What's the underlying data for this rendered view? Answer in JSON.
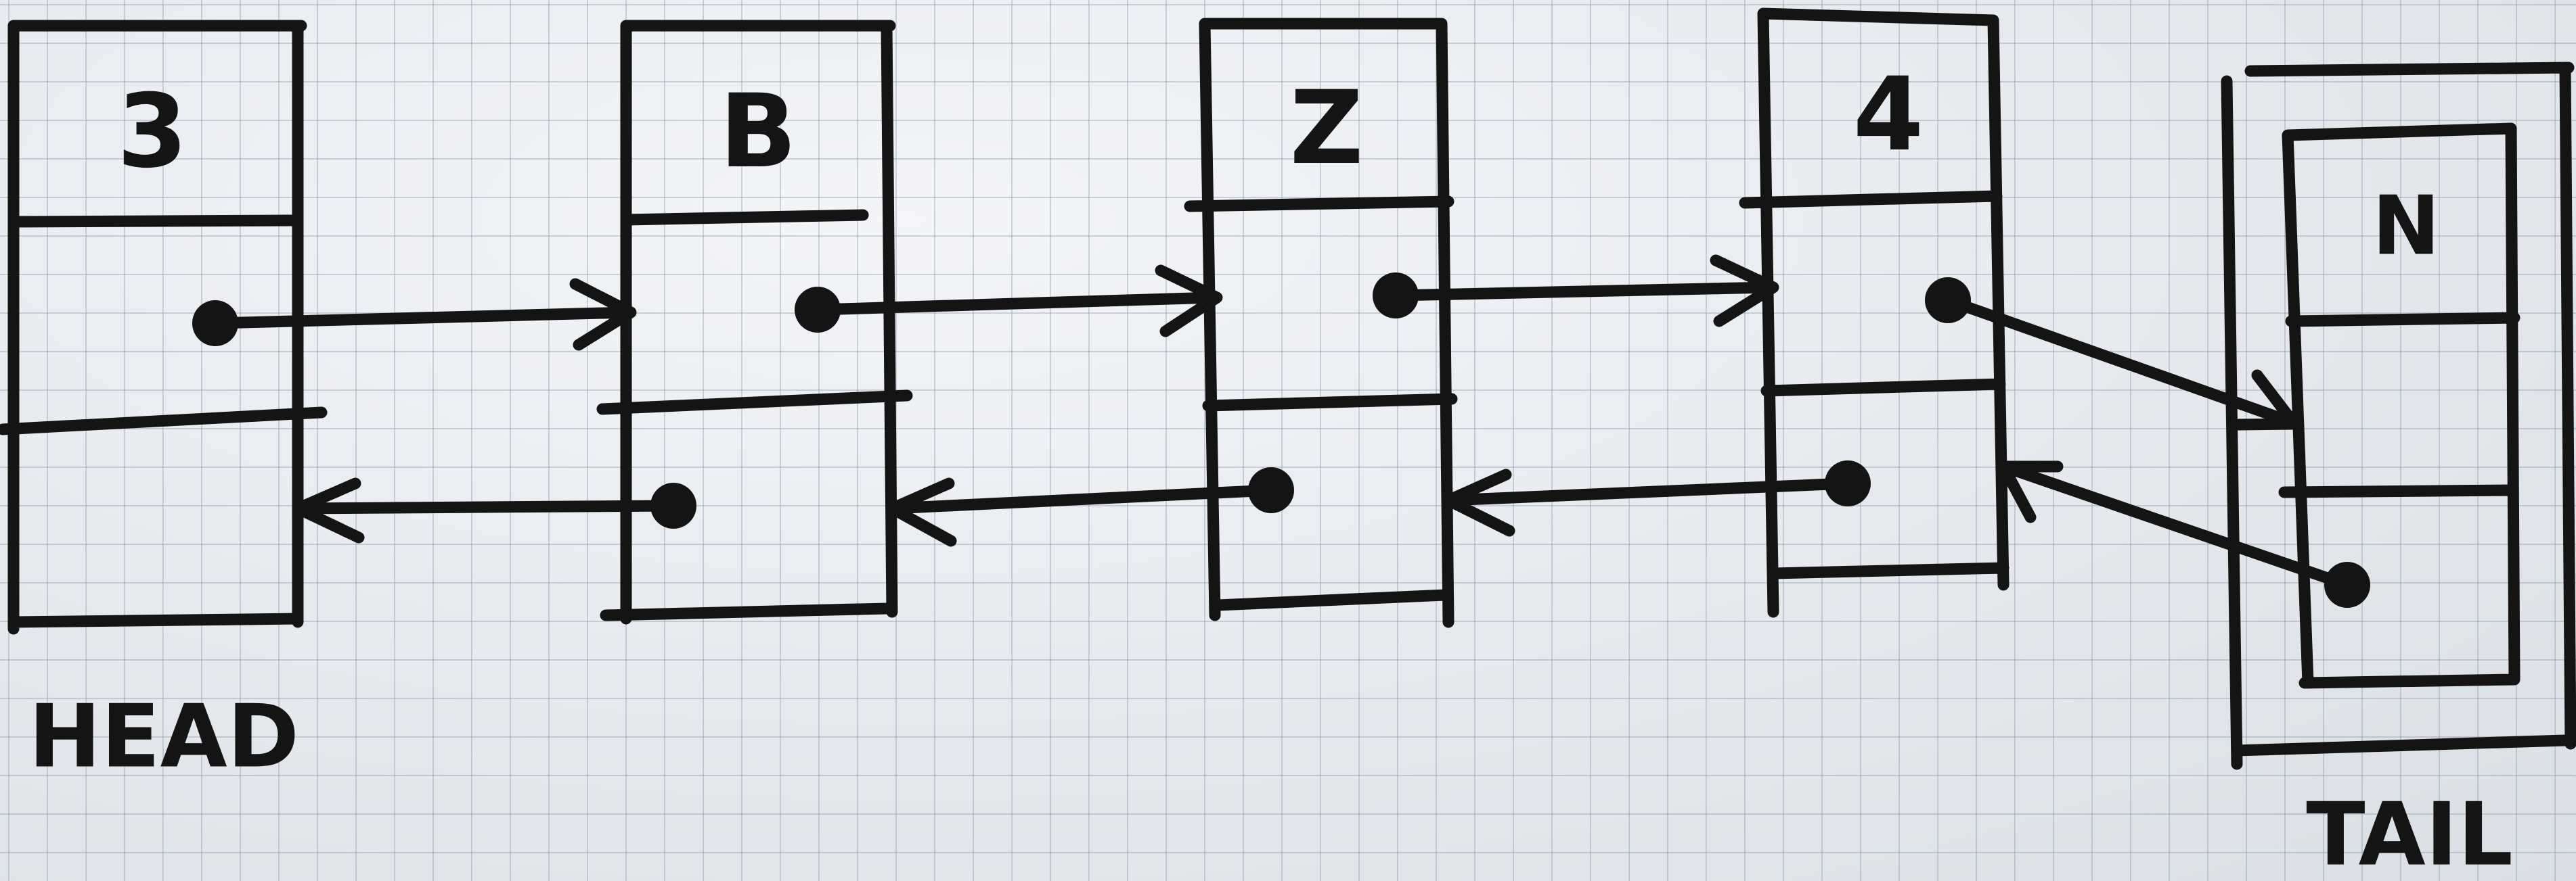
{
  "diagram": {
    "ink_color": "#141414",
    "paper_color": "#e9ecf0",
    "nodes": [
      {
        "id": "node-3",
        "value": "3"
      },
      {
        "id": "node-b",
        "value": "B"
      },
      {
        "id": "node-z",
        "value": "Z"
      },
      {
        "id": "node-4",
        "value": "4"
      },
      {
        "id": "node-n",
        "value": "N"
      }
    ],
    "links": [
      {
        "from": "node-3",
        "to": "node-b",
        "kind": "next"
      },
      {
        "from": "node-b",
        "to": "node-z",
        "kind": "next"
      },
      {
        "from": "node-z",
        "to": "node-4",
        "kind": "next"
      },
      {
        "from": "node-4",
        "to": "node-n",
        "kind": "next"
      },
      {
        "from": "node-b",
        "to": "node-3",
        "kind": "prev"
      },
      {
        "from": "node-z",
        "to": "node-b",
        "kind": "prev"
      },
      {
        "from": "node-4",
        "to": "node-z",
        "kind": "prev"
      },
      {
        "from": "node-n",
        "to": "node-4",
        "kind": "prev"
      }
    ],
    "head_label": "HEAD",
    "tail_label": "TAIL"
  }
}
